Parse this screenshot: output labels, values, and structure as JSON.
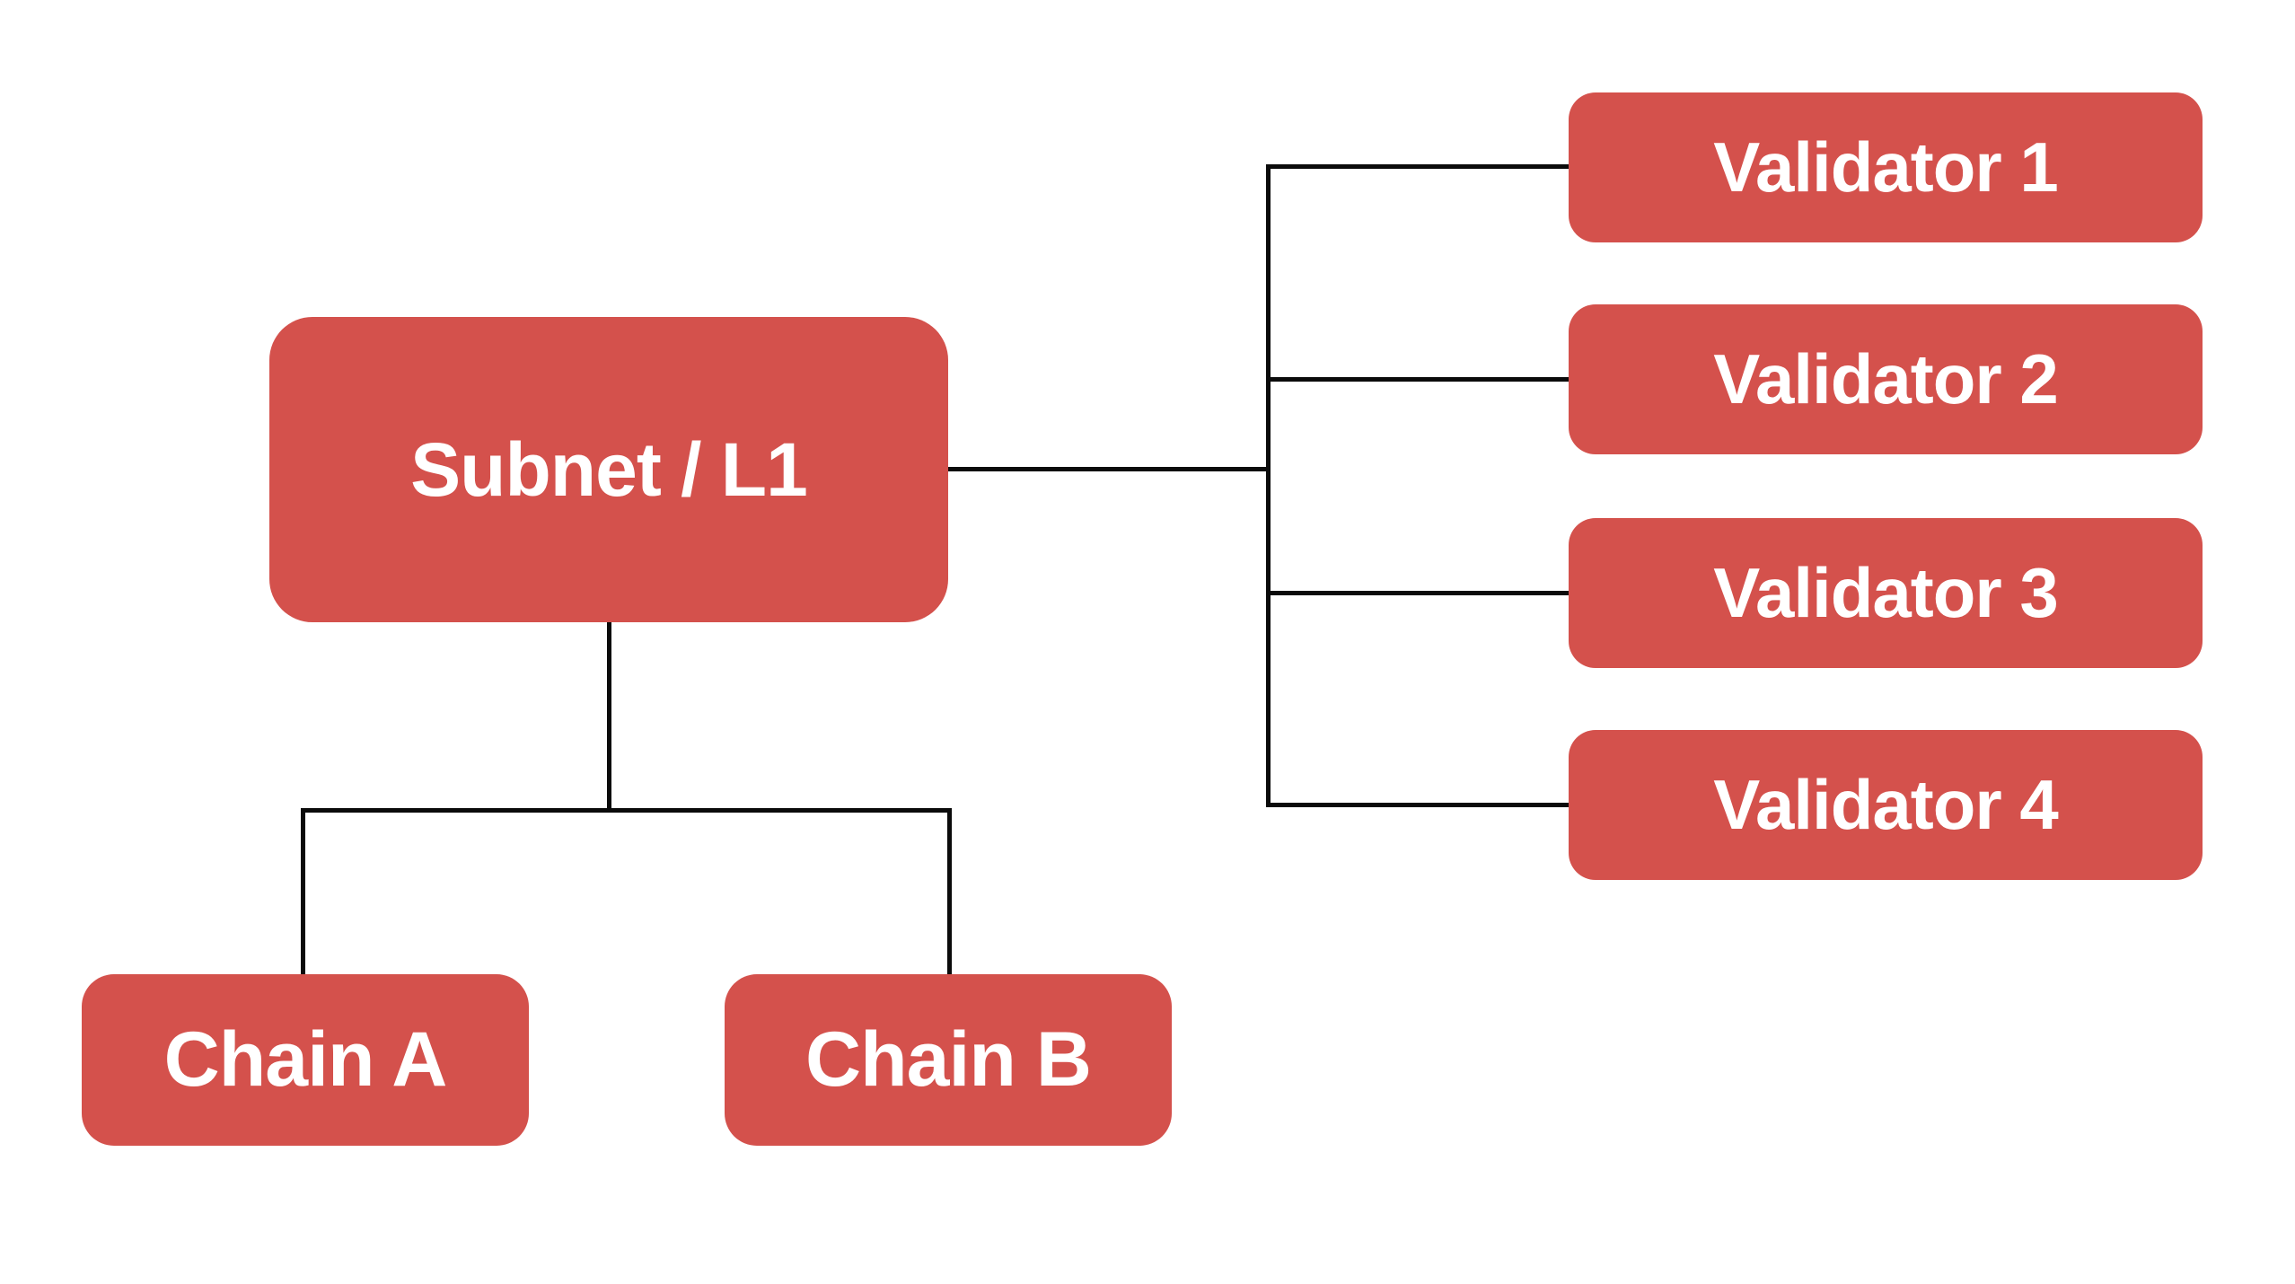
{
  "diagram": {
    "root": {
      "label": "Subnet / L1"
    },
    "chains": [
      {
        "label": "Chain A"
      },
      {
        "label": "Chain B"
      }
    ],
    "validators": [
      {
        "label": "Validator 1"
      },
      {
        "label": "Validator 2"
      },
      {
        "label": "Validator 3"
      },
      {
        "label": "Validator 4"
      }
    ]
  },
  "colors": {
    "node_fill": "#d4514c",
    "node_text": "#ffffff",
    "connector": "#0b0b0b",
    "background": "#ffffff"
  }
}
